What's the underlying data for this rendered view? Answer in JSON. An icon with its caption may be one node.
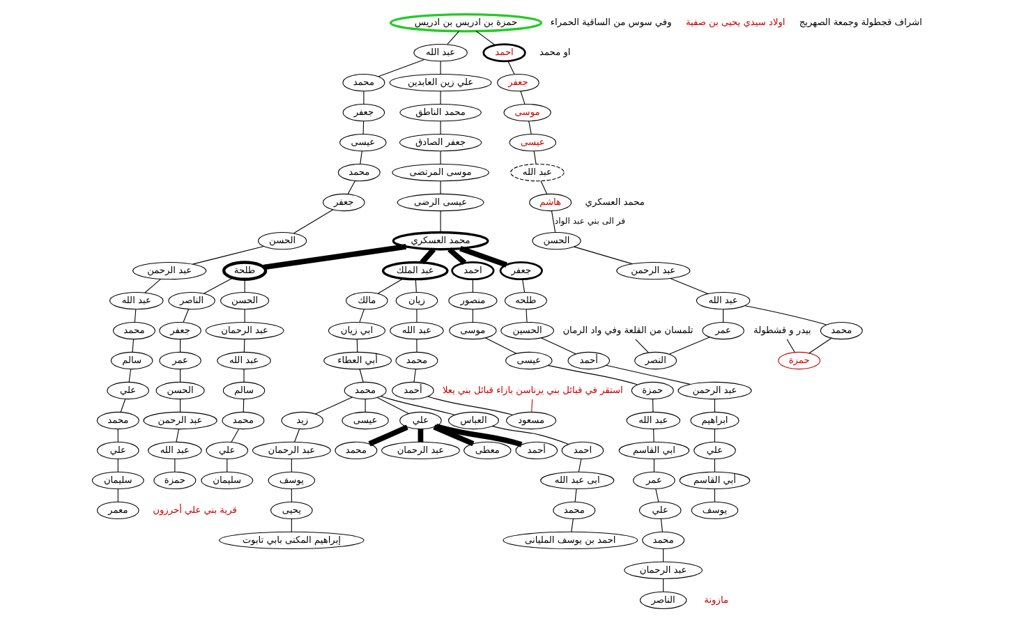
{
  "diagram": {
    "nodes": [
      {
        "text": [
          "حمزة بن ادريس بن ادريس"
        ]
      },
      {
        "text": [
          "عبد الله"
        ]
      },
      {
        "text": [
          "علي زين العابدين"
        ]
      },
      {
        "text": [
          "محمد الناطق"
        ]
      },
      {
        "text": [
          "جعفر الصادق"
        ]
      },
      {
        "text": [
          "موسى المرتضى"
        ]
      },
      {
        "text": [
          "عيسى الرضى"
        ]
      },
      {
        "text": [
          "محمد العسكري"
        ]
      },
      {
        "text": [
          "محمد"
        ]
      },
      {
        "text": [
          "جعفر"
        ]
      },
      {
        "text": [
          "عيسى"
        ]
      },
      {
        "text": [
          "محمد"
        ]
      },
      {
        "text": [
          "جعفر"
        ]
      },
      {
        "text": [
          "الحسن"
        ]
      },
      {
        "text": [
          "عبد الرحمن"
        ]
      },
      {
        "text": [
          "عبد الله"
        ]
      },
      {
        "text": [
          "محمد"
        ]
      },
      {
        "text": [
          "سالم"
        ]
      },
      {
        "text": [
          "علي"
        ]
      },
      {
        "text": [
          "محمد"
        ]
      },
      {
        "text": [
          "علي"
        ]
      },
      {
        "text": [
          "سليمان"
        ]
      },
      {
        "text": [
          "معمر"
        ],
        "beside": [
          "قرية بني علي أحرزون"
        ]
      },
      {
        "text": [
          "احمد"
        ],
        "beside": [
          "او محمد"
        ]
      },
      {
        "text": [
          "جعفر"
        ]
      },
      {
        "text": [
          "موسى"
        ]
      },
      {
        "text": [
          "عيسى"
        ]
      },
      {
        "text": [
          "عبد الله"
        ]
      },
      {
        "text": [
          "هاشم"
        ],
        "beside": [
          "محمد العسكري"
        ]
      },
      {
        "text": [
          "الحسن"
        ]
      },
      {
        "text": [
          "عبد الرحمن"
        ]
      },
      {
        "text": [
          "عبد الله"
        ]
      },
      {
        "text": [
          "محمد"
        ]
      },
      {
        "text": [
          "حمزة"
        ]
      },
      {
        "text": [
          "بيدر و قشطولة"
        ]
      },
      {
        "text": [
          "عمر"
        ]
      },
      {
        "text": [
          "النصر"
        ]
      },
      {
        "text": [
          "تلمسان من القلعة وفي واد الرمان"
        ]
      },
      {
        "text": [
          "احمد"
        ]
      },
      {
        "text": [
          "منصور"
        ]
      },
      {
        "text": [
          "موسى"
        ]
      },
      {
        "text": [
          "عيسى"
        ]
      },
      {
        "text": [
          "حمزة"
        ]
      },
      {
        "text": [
          "عبد الله"
        ]
      },
      {
        "text": [
          "ابي القاسم"
        ]
      },
      {
        "text": [
          "عمر"
        ]
      },
      {
        "text": [
          "علي"
        ]
      },
      {
        "text": [
          "محمد"
        ]
      },
      {
        "text": [
          "عبد الرحمان"
        ]
      },
      {
        "text": [
          "الناصر"
        ],
        "beside": [
          "مازونة"
        ]
      },
      {
        "text": [
          "جعفر"
        ]
      },
      {
        "text": [
          "طلحه"
        ]
      },
      {
        "text": [
          "الحسين"
        ]
      },
      {
        "text": [
          "أحمد"
        ]
      },
      {
        "text": [
          "عبد الرحمن"
        ]
      },
      {
        "text": [
          "ابراهيم"
        ]
      },
      {
        "text": [
          "علي"
        ]
      },
      {
        "text": [
          "أبي القاسم"
        ]
      },
      {
        "text": [
          "يوسف"
        ]
      },
      {
        "text": [
          "طلحة"
        ]
      },
      {
        "text": [
          "الناصر"
        ]
      },
      {
        "text": [
          "جعفر"
        ]
      },
      {
        "text": [
          "عمر"
        ]
      },
      {
        "text": [
          "الحسن"
        ]
      },
      {
        "text": [
          "عبد الرحمن"
        ]
      },
      {
        "text": [
          "عبد الله"
        ]
      },
      {
        "text": [
          "حمزة"
        ]
      },
      {
        "text": [
          "الحسن"
        ]
      },
      {
        "text": [
          "عبد الرحمان"
        ]
      },
      {
        "text": [
          "عبد الله"
        ]
      },
      {
        "text": [
          "سالم"
        ]
      },
      {
        "text": [
          "محمد"
        ]
      },
      {
        "text": [
          "علي"
        ]
      },
      {
        "text": [
          "سليمان"
        ]
      },
      {
        "text": [
          "عبد الملك"
        ]
      },
      {
        "text": [
          "زيان"
        ]
      },
      {
        "text": [
          "عبد الله"
        ]
      },
      {
        "text": [
          "محمد"
        ]
      },
      {
        "text": [
          "أحمد"
        ]
      },
      {
        "text": [
          "مسعود"
        ]
      },
      {
        "text": [
          "استقر في قبائل بني يزناسن بازاء قبائل بني يعلا"
        ]
      },
      {
        "text": [
          "مالك"
        ]
      },
      {
        "text": [
          "ابي زيان"
        ]
      },
      {
        "text": [
          "أبي العطاء"
        ]
      },
      {
        "text": [
          "محمد"
        ]
      },
      {
        "text": [
          "العباس"
        ]
      },
      {
        "text": [
          "احمد"
        ]
      },
      {
        "text": [
          "ابى عبد الله"
        ]
      },
      {
        "text": [
          "محمد"
        ]
      },
      {
        "text": [
          "احمد بن يوسف المليانى"
        ]
      },
      {
        "text": [
          "زيد"
        ]
      },
      {
        "text": [
          "عيسى"
        ]
      },
      {
        "text": [
          "عبد الرحمان"
        ]
      },
      {
        "text": [
          "يوسف"
        ]
      },
      {
        "text": [
          "يحيى"
        ]
      },
      {
        "text": [
          "إبراهيم المكنى بابي تابوت"
        ]
      },
      {
        "text": [
          "علي"
        ]
      },
      {
        "text": [
          "محمد"
        ]
      },
      {
        "text": [
          "عبد الرحمان"
        ]
      },
      {
        "text": [
          "معطى"
        ]
      },
      {
        "text": [
          "أحمد"
        ]
      }
    ],
    "edges": [
      {
        "from": 0,
        "to": 1,
        "arrow": "none"
      },
      {
        "from": 1,
        "to": 2,
        "arrow": "none"
      },
      {
        "from": 2,
        "to": 3,
        "arrow": "none"
      },
      {
        "from": 3,
        "to": 4,
        "arrow": "none"
      },
      {
        "from": 4,
        "to": 5,
        "arrow": "none"
      },
      {
        "from": 5,
        "to": 6,
        "arrow": "none"
      },
      {
        "from": 6,
        "to": 7,
        "arrow": "none"
      },
      {
        "from": 1,
        "to": 8,
        "arrow": "none"
      },
      {
        "from": 8,
        "to": 9,
        "arrow": "none"
      },
      {
        "from": 9,
        "to": 10,
        "arrow": "none"
      },
      {
        "from": 10,
        "to": 11,
        "arrow": "none"
      },
      {
        "from": 11,
        "to": 12,
        "arrow": "none"
      },
      {
        "from": 12,
        "to": 13,
        "arrow": "none"
      },
      {
        "from": 13,
        "to": 14,
        "arrow": "none"
      },
      {
        "from": 14,
        "to": 15,
        "arrow": "none"
      },
      {
        "from": 15,
        "to": 16,
        "arrow": "none"
      },
      {
        "from": 16,
        "to": 17,
        "arrow": "none"
      },
      {
        "from": 17,
        "to": 18,
        "arrow": "none"
      },
      {
        "from": 18,
        "to": 19,
        "arrow": "none"
      },
      {
        "from": 19,
        "to": 20,
        "arrow": "none"
      },
      {
        "from": 20,
        "to": 21,
        "arrow": "none"
      },
      {
        "from": 21,
        "to": 22,
        "arrow": "none"
      },
      {
        "from": 0,
        "to": 23,
        "arrow": "none"
      },
      {
        "from": 23,
        "to": 24,
        "arrow": "none"
      },
      {
        "from": 24,
        "to": 25,
        "arrow": "none"
      },
      {
        "from": 25,
        "to": 26,
        "arrow": "none"
      },
      {
        "from": 26,
        "to": 27,
        "arrow": "none"
      },
      {
        "from": 27,
        "to": 28,
        "arrow": "none"
      },
      {
        "from": 28,
        "to": 29,
        "arrow": "none",
        "label": "فر الى بني عبد الواد"
      },
      {
        "from": 29,
        "to": 30,
        "arrow": "none"
      },
      {
        "from": 30,
        "to": 31,
        "arrow": "none"
      },
      {
        "from": 31,
        "to": 32,
        "arrow": "none"
      },
      {
        "from": 32,
        "to": 33,
        "arrow": "none"
      },
      {
        "from": 34,
        "to": 33,
        "arrow": "none"
      },
      {
        "from": 31,
        "to": 35,
        "arrow": "none"
      },
      {
        "from": 35,
        "to": 36,
        "arrow": "none"
      },
      {
        "from": 37,
        "to": 36,
        "arrow": "none"
      },
      {
        "from": 7,
        "to": 38,
        "arrow": "none",
        "style": "thick"
      },
      {
        "from": 38,
        "to": 39,
        "arrow": "none"
      },
      {
        "from": 39,
        "to": 40,
        "arrow": "none"
      },
      {
        "from": 40,
        "to": 41,
        "arrow": "none"
      },
      {
        "from": 41,
        "to": 42,
        "arrow": "none"
      },
      {
        "from": 42,
        "to": 43,
        "arrow": "none"
      },
      {
        "from": 43,
        "to": 44,
        "arrow": "none"
      },
      {
        "from": 44,
        "to": 45,
        "arrow": "none"
      },
      {
        "from": 45,
        "to": 46,
        "arrow": "none"
      },
      {
        "from": 46,
        "to": 47,
        "arrow": "none"
      },
      {
        "from": 47,
        "to": 48,
        "arrow": "none"
      },
      {
        "from": 48,
        "to": 49,
        "arrow": "none"
      },
      {
        "from": 7,
        "to": 50,
        "arrow": "none",
        "style": "thick"
      },
      {
        "from": 50,
        "to": 51,
        "arrow": "none"
      },
      {
        "from": 51,
        "to": 52,
        "arrow": "none"
      },
      {
        "from": 52,
        "to": 53,
        "arrow": "none"
      },
      {
        "from": 53,
        "to": 54,
        "arrow": "none"
      },
      {
        "from": 54,
        "to": 55,
        "arrow": "none"
      },
      {
        "from": 55,
        "to": 56,
        "arrow": "none"
      },
      {
        "from": 56,
        "to": 57,
        "arrow": "none"
      },
      {
        "from": 57,
        "to": 58,
        "arrow": "none"
      },
      {
        "from": 7,
        "to": 59,
        "arrow": "none",
        "style": "thick"
      },
      {
        "from": 59,
        "to": 60,
        "arrow": "none"
      },
      {
        "from": 60,
        "to": 61,
        "arrow": "none"
      },
      {
        "from": 61,
        "to": 62,
        "arrow": "none"
      },
      {
        "from": 62,
        "to": 63,
        "arrow": "none"
      },
      {
        "from": 63,
        "to": 64,
        "arrow": "none"
      },
      {
        "from": 64,
        "to": 65,
        "arrow": "none"
      },
      {
        "from": 65,
        "to": 66,
        "arrow": "none"
      },
      {
        "from": 59,
        "to": 67,
        "arrow": "none"
      },
      {
        "from": 67,
        "to": 68,
        "arrow": "none"
      },
      {
        "from": 68,
        "to": 69,
        "arrow": "none"
      },
      {
        "from": 69,
        "to": 70,
        "arrow": "none"
      },
      {
        "from": 70,
        "to": 71,
        "arrow": "none"
      },
      {
        "from": 71,
        "to": 72,
        "arrow": "none"
      },
      {
        "from": 72,
        "to": 73,
        "arrow": "none"
      },
      {
        "from": 7,
        "to": 74,
        "arrow": "none",
        "style": "thick"
      },
      {
        "from": 74,
        "to": 75,
        "arrow": "none"
      },
      {
        "from": 75,
        "to": 76,
        "arrow": "none"
      },
      {
        "from": 76,
        "to": 77,
        "arrow": "none"
      },
      {
        "from": 77,
        "to": 78,
        "arrow": "none"
      },
      {
        "from": 78,
        "to": 79,
        "arrow": "none"
      },
      {
        "from": 80,
        "to": 79,
        "arrow": "none",
        "color": "#cc0000"
      },
      {
        "from": 74,
        "to": 81,
        "arrow": "none"
      },
      {
        "from": 81,
        "to": 82,
        "arrow": "none"
      },
      {
        "from": 82,
        "to": 83,
        "arrow": "none"
      },
      {
        "from": 83,
        "to": 84,
        "arrow": "none"
      },
      {
        "from": 84,
        "to": 85,
        "arrow": "none"
      },
      {
        "from": 85,
        "to": 86,
        "arrow": "none"
      },
      {
        "from": 86,
        "to": 87,
        "arrow": "none"
      },
      {
        "from": 87,
        "to": 88,
        "arrow": "none"
      },
      {
        "from": 88,
        "to": 89,
        "arrow": "none"
      },
      {
        "from": 84,
        "to": 90,
        "arrow": "none"
      },
      {
        "from": 84,
        "to": 91,
        "arrow": "none"
      },
      {
        "from": 90,
        "to": 92,
        "arrow": "none"
      },
      {
        "from": 92,
        "to": 93,
        "arrow": "none"
      },
      {
        "from": 93,
        "to": 94,
        "arrow": "none"
      },
      {
        "from": 94,
        "to": 95,
        "arrow": "none"
      },
      {
        "from": 84,
        "to": 96,
        "arrow": "none"
      },
      {
        "from": 96,
        "to": 97,
        "arrow": "none",
        "style": "thick"
      },
      {
        "from": 96,
        "to": 98,
        "arrow": "none",
        "style": "thick"
      },
      {
        "from": 96,
        "to": 99,
        "arrow": "none",
        "style": "thick"
      },
      {
        "from": 96,
        "to": 100,
        "arrow": "none",
        "style": "thick"
      }
    ],
    "labels": [
      "وفي سوس من الساقية الحمراء",
      "اولاد سيدي يحيى بن صفية",
      "اشراف قجطولة وجمعة الصهريج"
    ]
  }
}
